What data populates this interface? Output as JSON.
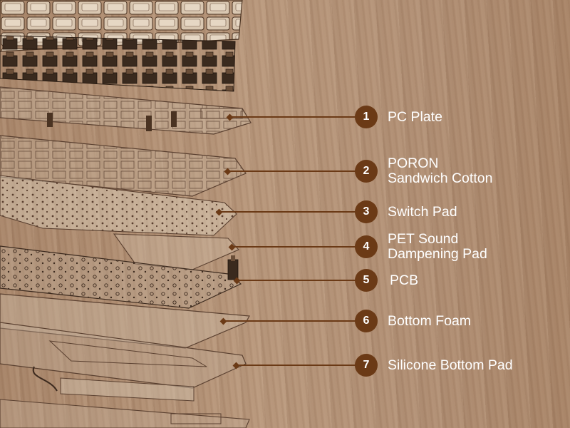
{
  "colors": {
    "accent": "#6b3a16",
    "leader_line": "#6b3a16",
    "label_text": "#ffffff",
    "wood_background": "#b48f71"
  },
  "layers": [
    {
      "number": "1",
      "lines": [
        "PC Plate"
      ]
    },
    {
      "number": "2",
      "lines": [
        "PORON",
        "Sandwich Cotton"
      ]
    },
    {
      "number": "3",
      "lines": [
        "Switch Pad"
      ]
    },
    {
      "number": "4",
      "lines": [
        "PET Sound",
        "Dampening Pad"
      ]
    },
    {
      "number": "5",
      "lines": [
        "PCB"
      ]
    },
    {
      "number": "6",
      "lines": [
        "Bottom Foam"
      ]
    },
    {
      "number": "7",
      "lines": [
        "Silicone Bottom Pad"
      ]
    }
  ]
}
